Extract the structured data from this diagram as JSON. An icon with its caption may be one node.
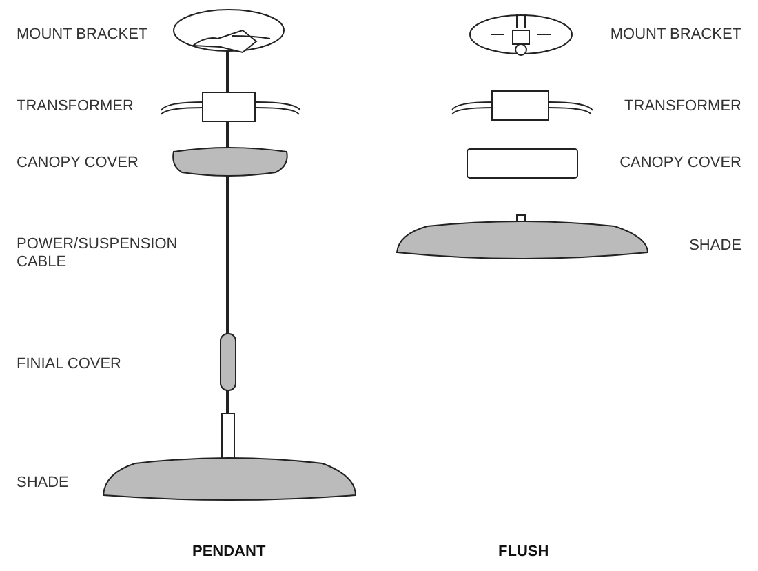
{
  "diagram": {
    "labels": [
      "MOUNT BRACKET",
      "MOUNT BRACKET",
      "TRANSFORMER",
      "TRANSFORMER",
      "CANOPY COVER",
      "CANOPY COVER",
      "POWER/SUSPENSION CABLE",
      "SHADE",
      "FINIAL COVER",
      "SHADE",
      "PENDANT",
      "FLUSH"
    ]
  }
}
